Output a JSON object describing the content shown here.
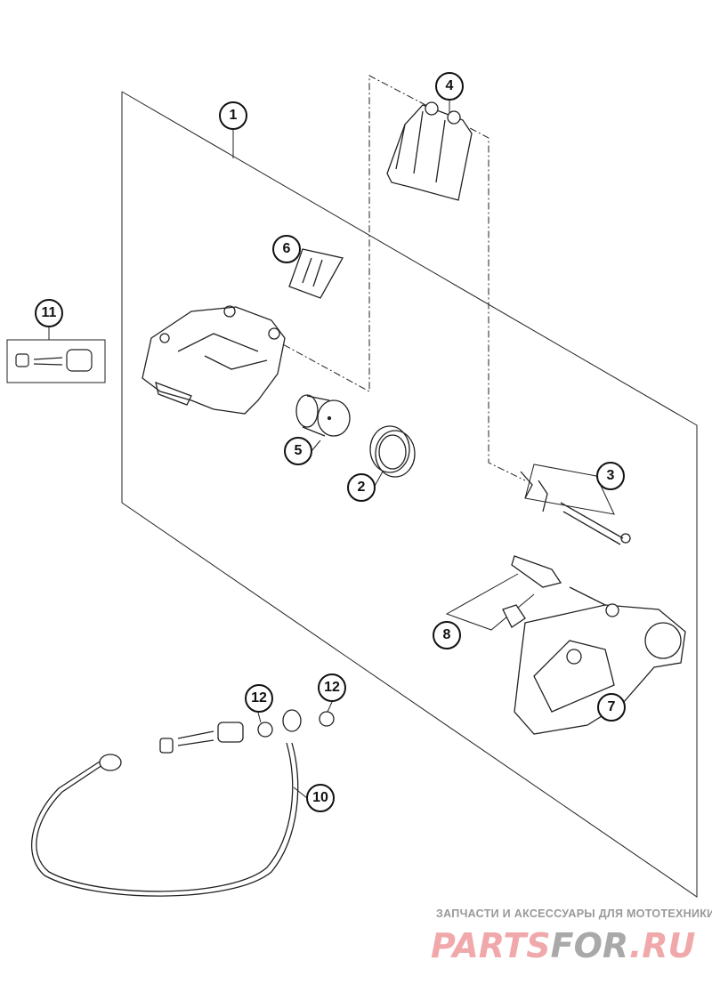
{
  "callouts": {
    "c1": "1",
    "c2": "2",
    "c3": "3",
    "c4": "4",
    "c5": "5",
    "c6": "6",
    "c7": "7",
    "c8": "8",
    "c10": "10",
    "c11": "11",
    "c12a": "12",
    "c12b": "12"
  },
  "watermark": {
    "tagline": "ЗАПЧАСТИ И АКСЕССУАРЫ ДЛЯ МОТОТЕХНИКИ",
    "brand_part1": "PARTS",
    "brand_part2": "FOR",
    "brand_part3": ".RU"
  }
}
